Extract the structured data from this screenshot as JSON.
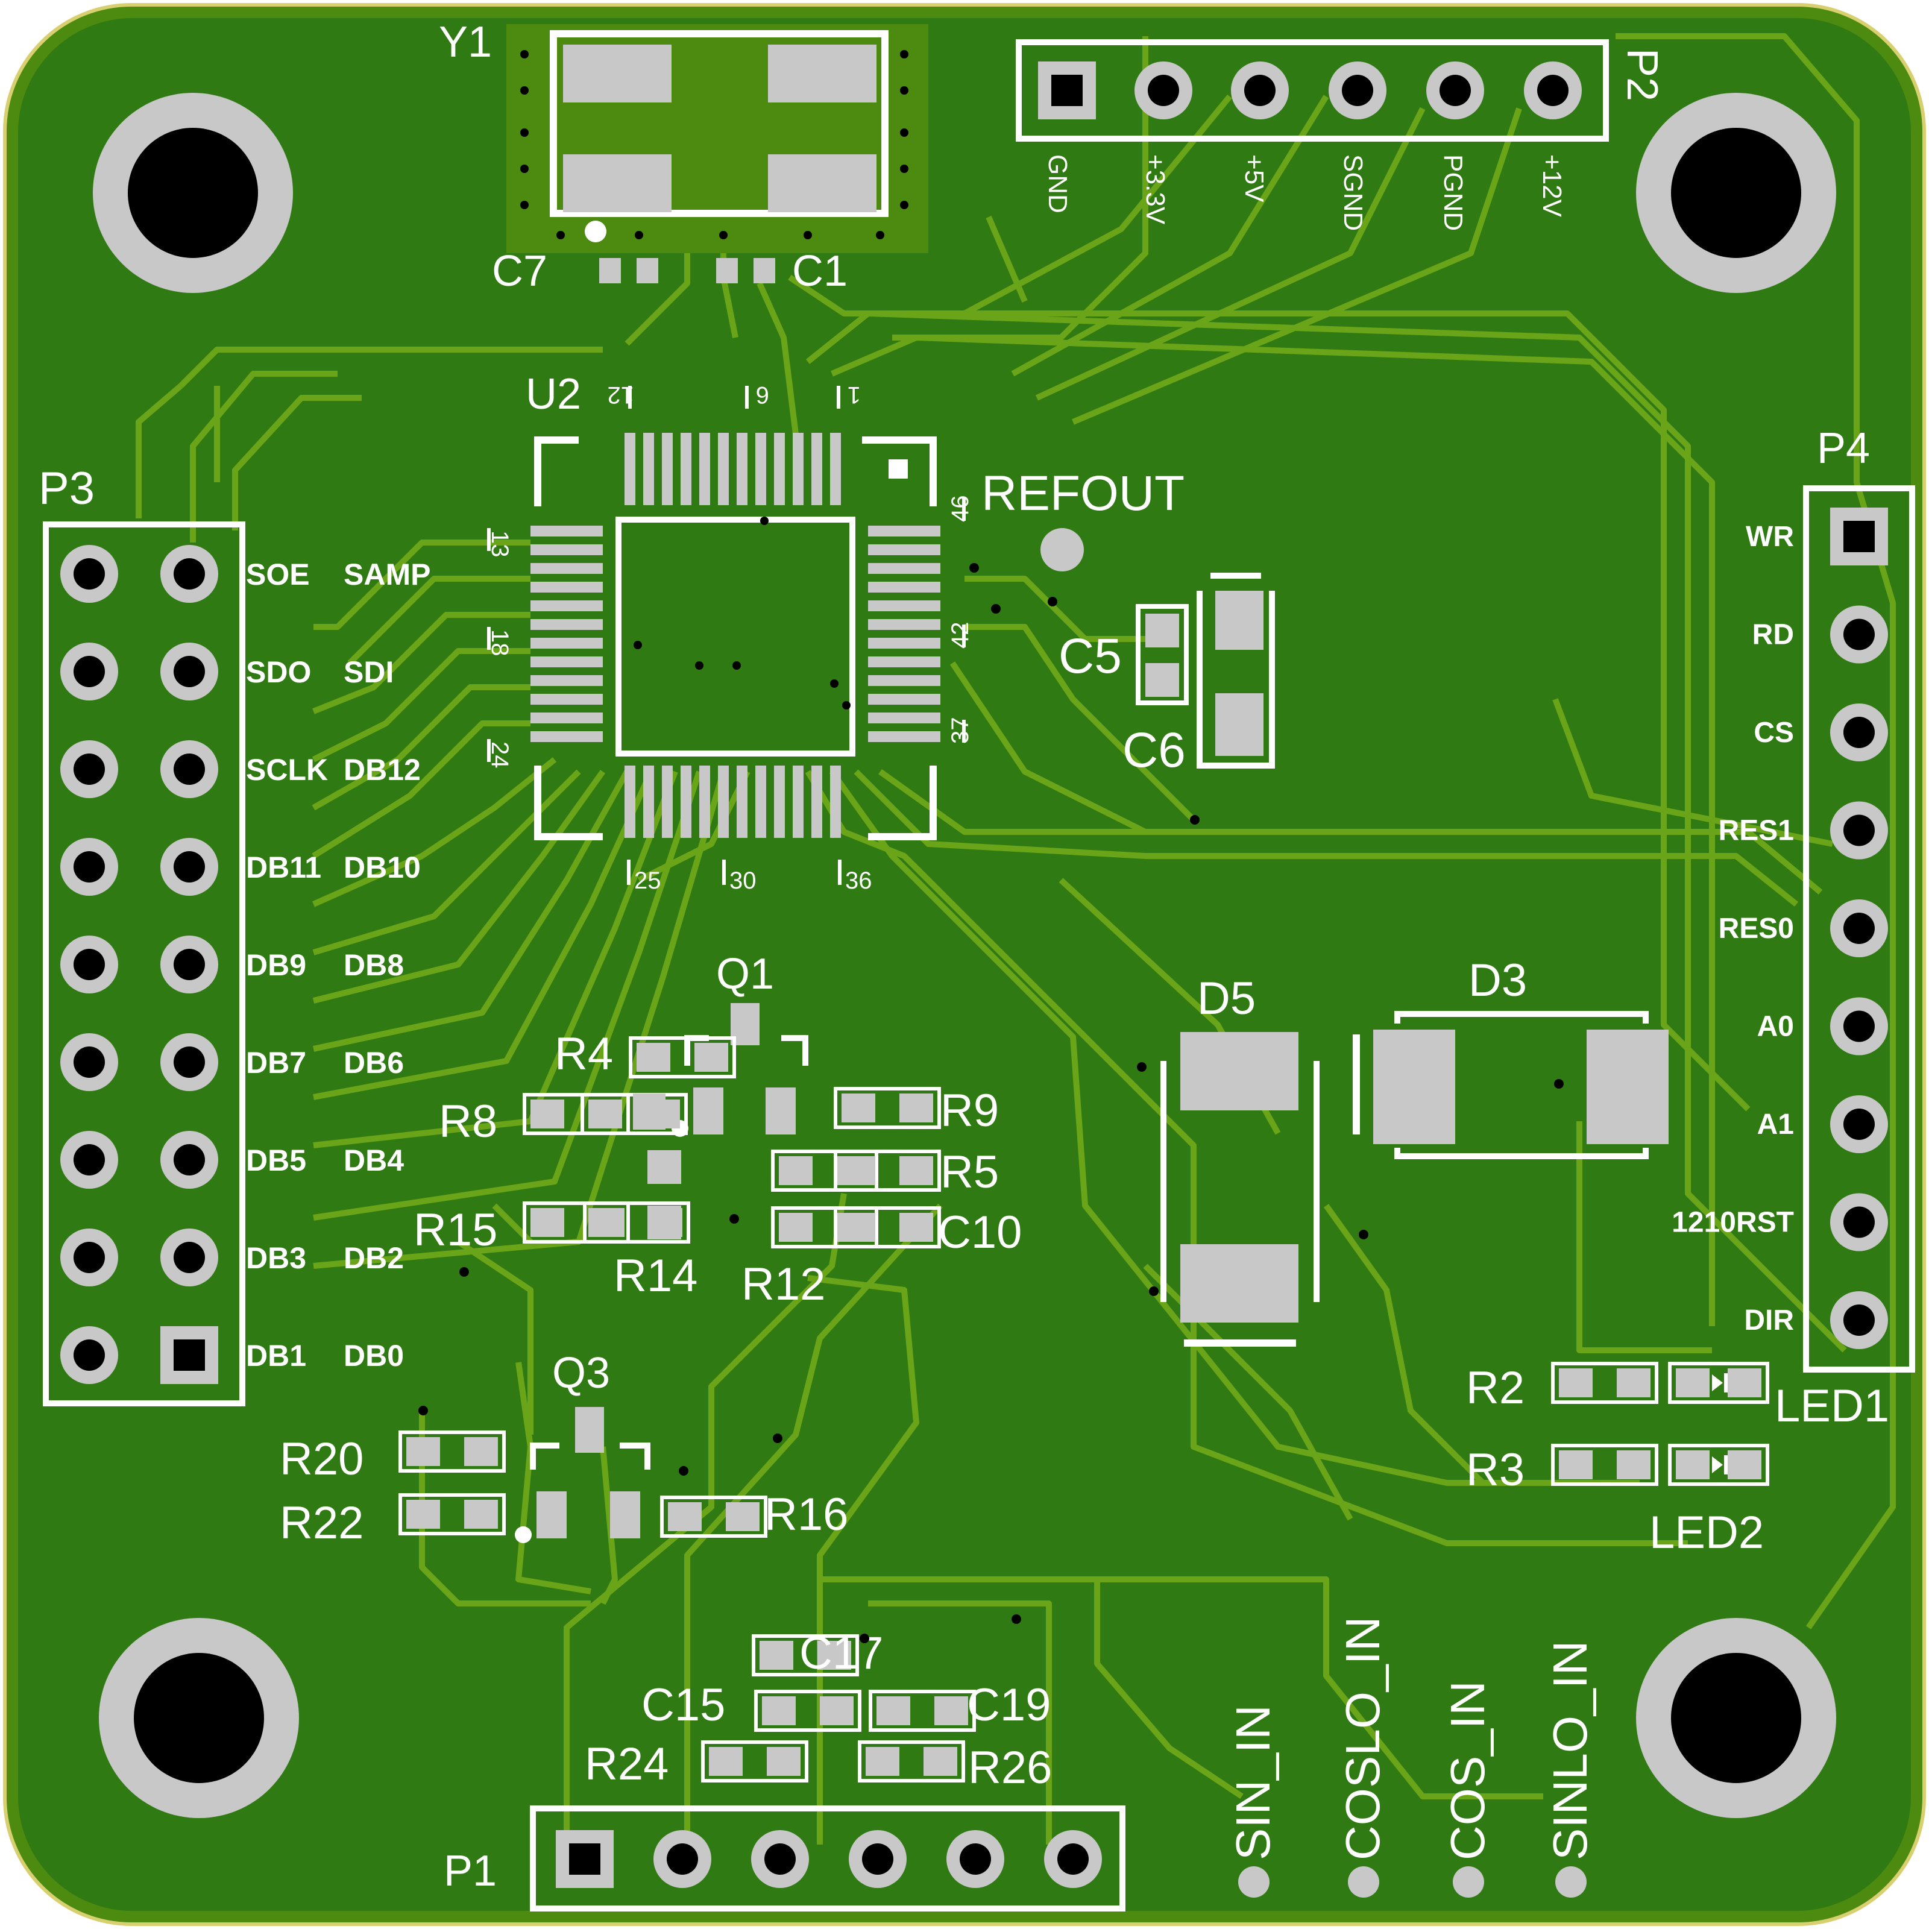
{
  "board": {
    "colors": {
      "board": "#4c8a10",
      "pour": "#2f7a12",
      "trace": "#6aa418",
      "pad": "#c8c8c8",
      "silk": "#ffffff",
      "hole": "#000000",
      "outline": "#d8d070"
    }
  },
  "designators": {
    "y1": "Y1",
    "c7": "C7",
    "c1": "C1",
    "p2": "P2",
    "u2": "U2",
    "p3": "P3",
    "p4": "P4",
    "refout": "REFOUT",
    "c5": "C5",
    "c6": "C6",
    "q1": "Q1",
    "r4": "R4",
    "r8": "R8",
    "r9": "R9",
    "r5": "R5",
    "r15": "R15",
    "r14": "R14",
    "r12": "R12",
    "c10": "C10",
    "d5": "D5",
    "d3": "D3",
    "q3": "Q3",
    "r20": "R20",
    "r22": "R22",
    "r16": "R16",
    "r2": "R2",
    "r3": "R3",
    "led1": "LED1",
    "led2": "LED2",
    "c17": "C17",
    "c15": "C15",
    "c19": "C19",
    "r24": "R24",
    "r26": "R26",
    "p1": "P1"
  },
  "pin_markers": {
    "n12": "12",
    "n6": "6",
    "n1": "1",
    "n46": "46",
    "n13": "13",
    "n18": "18",
    "n42": "42",
    "n24": "24",
    "n37": "37",
    "n25": "25",
    "n30": "30",
    "n36": "36"
  },
  "p2_labels": [
    "GND",
    "+3.3V",
    "+5V",
    "SGND",
    "PGND",
    "+12V"
  ],
  "p3_labels": [
    [
      "SOE",
      "SAMP"
    ],
    [
      "SDO",
      "SDI"
    ],
    [
      "SCLK",
      "DB12"
    ],
    [
      "DB11",
      "DB10"
    ],
    [
      "DB9",
      "DB8"
    ],
    [
      "DB7",
      "DB6"
    ],
    [
      "DB5",
      "DB4"
    ],
    [
      "DB3",
      "DB2"
    ],
    [
      "DB1",
      "DB0"
    ]
  ],
  "p4_labels": [
    "WR",
    "RD",
    "CS",
    "RES1",
    "RES0",
    "A0",
    "A1",
    "1210RST",
    "DIR"
  ],
  "test_points": [
    "SIN_IN",
    "COSLO_IN",
    "COS_IN",
    "SINLO_IN"
  ]
}
